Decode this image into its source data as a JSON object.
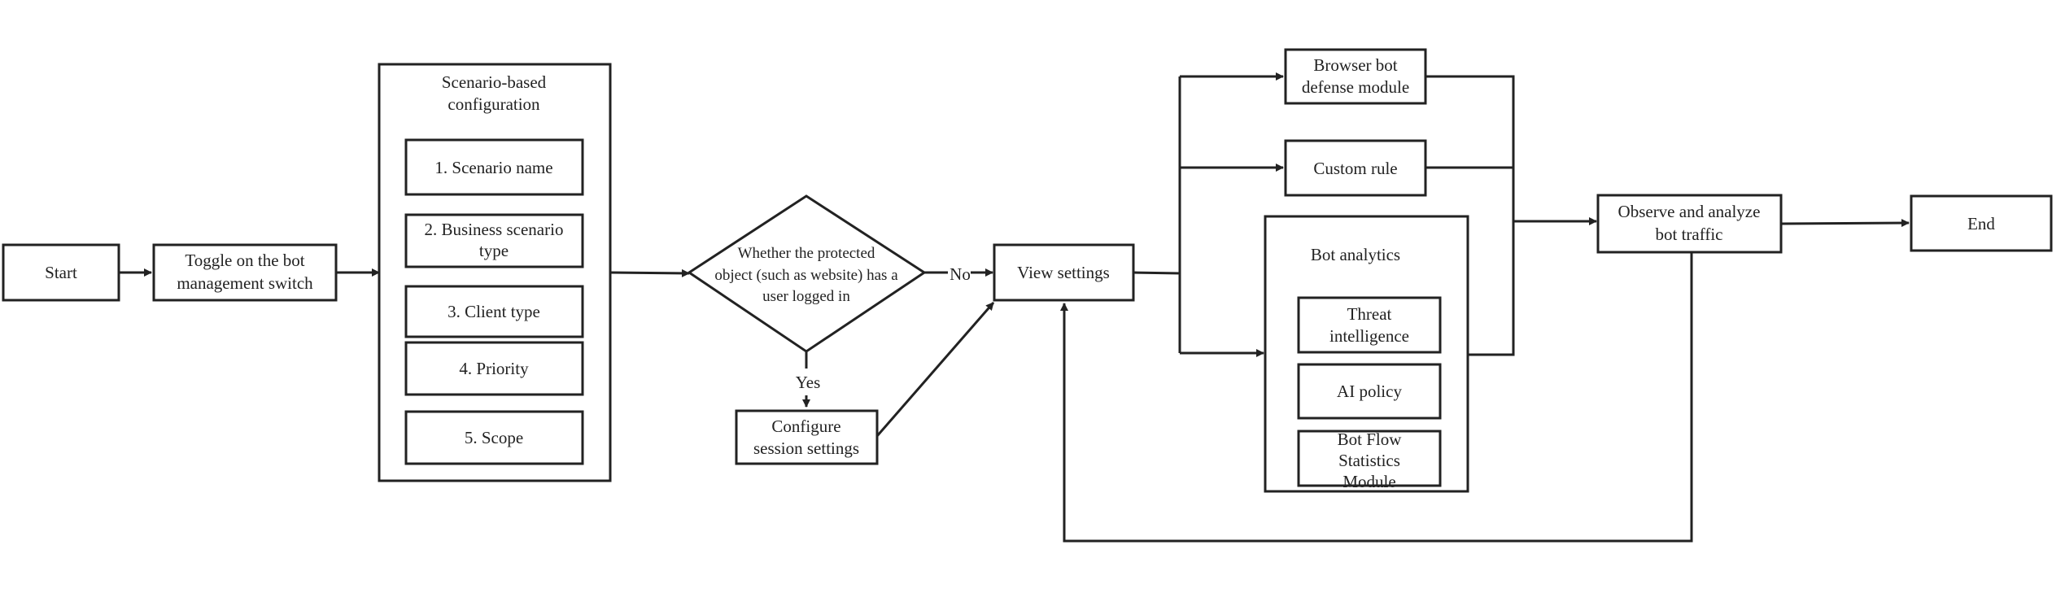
{
  "colors": {
    "stroke": "#222222",
    "background": "#ffffff"
  },
  "nodes": {
    "start": "Start",
    "toggle": [
      "Toggle on the bot",
      "management switch"
    ],
    "scenario_group": [
      "Scenario-based",
      "configuration"
    ],
    "scenario_items": [
      "1. Scenario name",
      [
        "2. Business scenario",
        "type"
      ],
      "3. Client type",
      "4. Priority",
      "5. Scope"
    ],
    "decision": [
      "Whether the protected",
      "object (such as website) has a",
      "user logged in"
    ],
    "decision_no": "No",
    "decision_yes": "Yes",
    "session": [
      "Configure",
      "session settings"
    ],
    "view_settings": "View settings",
    "browser_bot": [
      "Browser bot",
      "defense module"
    ],
    "custom_rule": "Custom rule",
    "bot_analytics": "Bot analytics",
    "threat_intel": [
      "Threat",
      "intelligence"
    ],
    "ai_policy": "AI policy",
    "bot_flow": [
      "Bot Flow",
      "Statistics",
      "Module"
    ],
    "observe": [
      "Observe and analyze",
      "bot traffic"
    ],
    "end": "End"
  }
}
